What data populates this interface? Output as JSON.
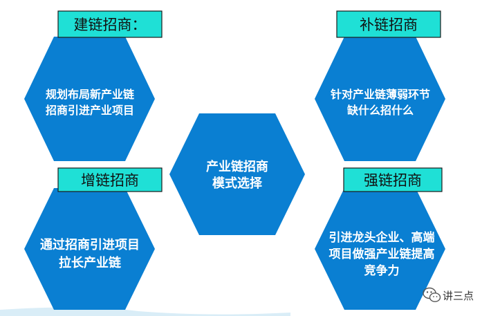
{
  "nodes": {
    "center": {
      "lines": [
        "产业链招商",
        "模式选择"
      ]
    },
    "top_left": {
      "label": "建链招商：",
      "lines": [
        "规划布局新产业链",
        "招商引进产业项目"
      ]
    },
    "top_right": {
      "label": "补链招商",
      "lines": [
        "针对产业链薄弱环节",
        "缺什么招什么"
      ]
    },
    "bottom_left": {
      "label": "增链招商",
      "lines": [
        "通过招商引进项目",
        "拉长产业链"
      ]
    },
    "bottom_right": {
      "label": "强链招商",
      "lines": [
        "引进龙头企业、高端",
        "项目做强产业链提高",
        "竞争力"
      ]
    }
  },
  "branding": {
    "name": "讲三点",
    "icon": "wechat-icon"
  },
  "colors": {
    "hex_fill": "#0a7fd2",
    "label_fill": "#1fe0d6"
  }
}
